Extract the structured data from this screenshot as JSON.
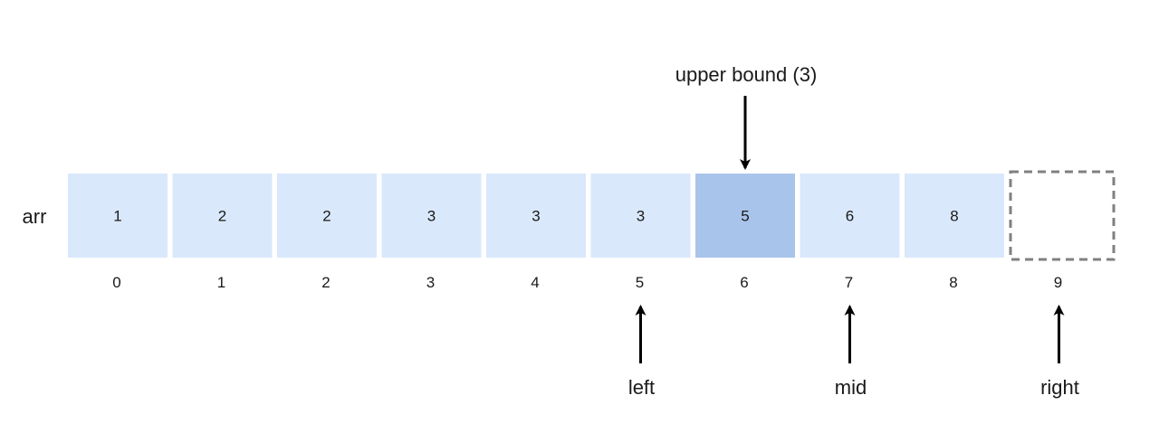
{
  "array": {
    "name": "arr",
    "values": [
      "1",
      "2",
      "2",
      "3",
      "3",
      "3",
      "5",
      "6",
      "8"
    ],
    "indices": [
      "0",
      "1",
      "2",
      "3",
      "4",
      "5",
      "6",
      "7",
      "8",
      "9"
    ],
    "highlighted_index": 6,
    "empty_slot_index": 9
  },
  "annotations": {
    "top": {
      "label": "upper bound (3)",
      "index": 6
    },
    "bottom": [
      {
        "name": "left",
        "label": "left",
        "index": 5
      },
      {
        "name": "mid",
        "label": "mid",
        "index": 7
      },
      {
        "name": "right",
        "label": "right",
        "index": 9
      }
    ]
  },
  "colors": {
    "cell_fill": "#dae8fc",
    "highlight_fill": "#a9c4eb",
    "empty_border": "#808080",
    "text": "#1a1a1a",
    "arrow": "#000000"
  }
}
